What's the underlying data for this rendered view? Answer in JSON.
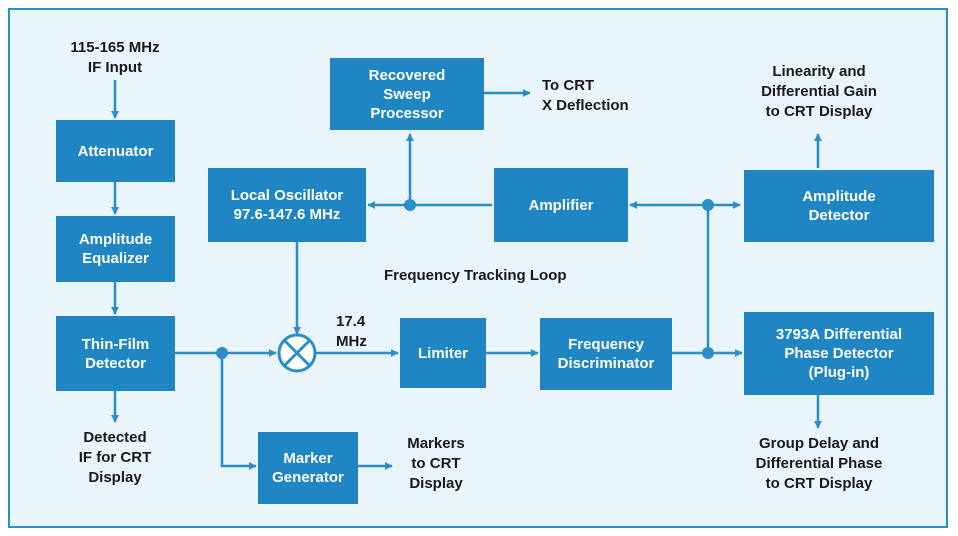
{
  "colors": {
    "block": "#1f86c3",
    "line": "#2b8ec6",
    "background": "#e9f4fb",
    "text": "#1a1a1a"
  },
  "blocks": {
    "attenuator": "Attenuator",
    "amplitude_equalizer": "Amplitude\nEqualizer",
    "thin_film_detector": "Thin-Film\nDetector",
    "recovered_sweep_processor": "Recovered\nSweep\nProcessor",
    "local_oscillator": "Local Oscillator\n97.6-147.6 MHz",
    "amplifier": "Amplifier",
    "amplitude_detector": "Amplitude\nDetector",
    "limiter": "Limiter",
    "frequency_discriminator": "Frequency\nDiscriminator",
    "differential_phase_detector": "3793A Differential\nPhase Detector\n(Plug-in)",
    "marker_generator": "Marker\nGenerator"
  },
  "labels": {
    "if_input": "115-165 MHz\nIF Input",
    "to_crt_x": "To CRT\nX Deflection",
    "linearity_gain": "Linearity and\nDifferential Gain\nto CRT Display",
    "frequency_tracking_loop": "Frequency Tracking Loop",
    "if_freq": "17.4\nMHz",
    "detected_if": "Detected\nIF for CRT\nDisplay",
    "markers_to_crt": "Markers\nto CRT\nDisplay",
    "group_delay": "Group Delay and\nDifferential Phase\nto CRT Display"
  },
  "icons": {
    "mixer": "mixer-icon",
    "junction": "junction-dot-icon"
  }
}
